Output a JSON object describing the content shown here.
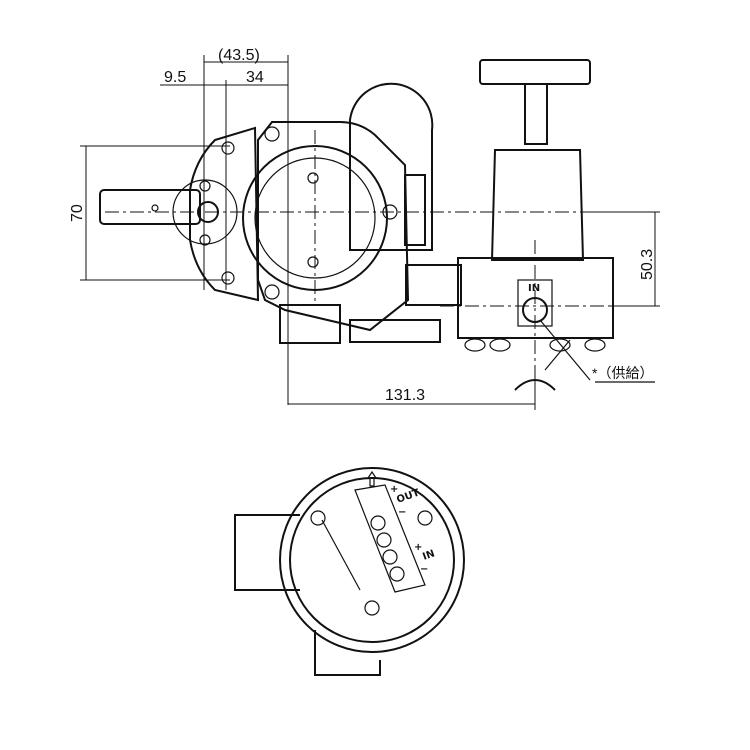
{
  "top_view": {
    "dims": {
      "overall_width": "(43.5)",
      "offset": "9.5",
      "width": "34",
      "height": "70",
      "port_height": "50.3",
      "length": "131.3"
    },
    "port_label": "IN",
    "supply_note": "*（供給）"
  },
  "terminal_view": {
    "out_label": "OUT",
    "in_label": "IN",
    "plus": "+",
    "minus": "−"
  }
}
